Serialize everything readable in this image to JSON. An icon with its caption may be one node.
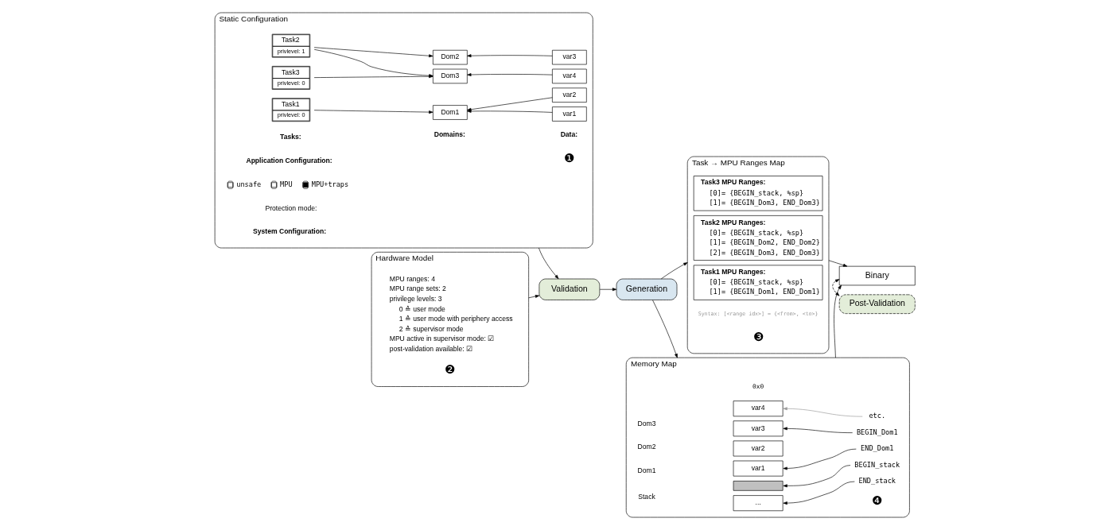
{
  "diagram": {
    "nodes": [
      {
        "text": [
          "Static Configuration"
        ]
      },
      {
        "text": [
          "Task1",
          "privlevel: 0"
        ],
        "in": 0
      },
      {
        "text": [
          "Task2",
          "privlevel: 1"
        ],
        "in": 0
      },
      {
        "text": [
          "Task3",
          "privlevel: 0"
        ],
        "in": 0
      },
      {
        "text": [
          "Dom1"
        ],
        "in": 0
      },
      {
        "text": [
          "Dom2"
        ],
        "in": 0
      },
      {
        "text": [
          "Dom3"
        ],
        "in": 0
      },
      {
        "text": [
          "var1"
        ],
        "in": 0
      },
      {
        "text": [
          "var2"
        ],
        "in": 0
      },
      {
        "text": [
          "var3"
        ],
        "in": 0
      },
      {
        "text": [
          "var4"
        ],
        "in": 0
      },
      {
        "text": [
          "Hardware Model",
          "MPU ranges: 4",
          "MPU range sets: 2",
          "privilege levels: 3",
          "0 ≙ user mode",
          "1 ≙ user mode with periphery access",
          "2 ≙ supervisor mode",
          "MPU active in supervisor mode: ☑",
          "post-validation available: ☑"
        ]
      },
      {
        "text": [
          "Validation"
        ]
      },
      {
        "text": [
          "Generation"
        ]
      },
      {
        "text": [
          "Task → MPU Ranges Map"
        ]
      },
      {
        "text": [
          "Task1 MPU Ranges:",
          "[0]= {BEGIN_stack, %sp}",
          "[1]= {BEGIN_Dom1, END_Dom1}"
        ],
        "in": 14
      },
      {
        "text": [
          "Task2 MPU Ranges:",
          "[0]= {BEGIN_stack, %sp}",
          "[1]= {BEGIN_Dom2, END_Dom2}",
          "[2]= {BEGIN_Dom3, END_Dom3}"
        ],
        "in": 14
      },
      {
        "text": [
          "Task3 MPU Ranges:",
          "[0]= {BEGIN_stack, %sp}",
          "[1]= {BEGIN_Dom3, END_Dom3}"
        ],
        "in": 14
      },
      {
        "text": [
          "Memory Map"
        ]
      },
      {
        "text": [
          "..."
        ],
        "in": 18
      },
      {
        "text": [],
        "shape": "box",
        "in": 18
      },
      {
        "text": [
          "var1"
        ],
        "in": 18
      },
      {
        "text": [
          "var2"
        ],
        "in": 18
      },
      {
        "text": [
          "var3"
        ],
        "in": 18
      },
      {
        "text": [
          "var4"
        ],
        "in": 18
      },
      {
        "text": [
          "END_stack"
        ],
        "in": 18
      },
      {
        "text": [
          "BEGIN_stack"
        ],
        "in": 18
      },
      {
        "text": [
          "END_Dom1"
        ],
        "in": 18
      },
      {
        "text": [
          "BEGIN_Dom1"
        ],
        "in": 18
      },
      {
        "text": [
          "etc."
        ],
        "in": 18
      },
      {
        "text": [
          "Binary"
        ]
      },
      {
        "text": [
          "Post-Validation"
        ]
      }
    ],
    "edges": [
      {
        "from": 1,
        "to": 4,
        "arrow": "to"
      },
      {
        "from": 2,
        "to": 5,
        "arrow": "to"
      },
      {
        "from": 2,
        "to": 6,
        "arrow": "to"
      },
      {
        "from": 3,
        "to": 6,
        "arrow": "to"
      },
      {
        "from": 7,
        "to": 4,
        "arrow": "to"
      },
      {
        "from": 8,
        "to": 4,
        "arrow": "to"
      },
      {
        "from": 9,
        "to": 5,
        "arrow": "to"
      },
      {
        "from": 10,
        "to": 6,
        "arrow": "to"
      },
      {
        "from": 0,
        "to": 12,
        "arrow": "to"
      },
      {
        "from": 11,
        "to": 12,
        "arrow": "to"
      },
      {
        "from": 12,
        "to": 13,
        "arrow": "to"
      },
      {
        "from": 13,
        "to": 14,
        "arrow": "to"
      },
      {
        "from": 13,
        "to": 18,
        "arrow": "to"
      },
      {
        "from": 14,
        "to": 30,
        "arrow": "to"
      },
      {
        "from": 18,
        "to": 30,
        "arrow": "to"
      },
      {
        "from": 30,
        "to": 31,
        "arrow": "both",
        "style": "dashed"
      },
      {
        "from": 25,
        "to": 19,
        "arrow": "to"
      },
      {
        "from": 26,
        "to": 20,
        "arrow": "to"
      },
      {
        "from": 27,
        "to": 21,
        "arrow": "to"
      },
      {
        "from": 28,
        "to": 23,
        "arrow": "to"
      },
      {
        "from": 29,
        "to": 24,
        "arrow": "to",
        "color": "#999999"
      }
    ],
    "labels": [
      "❶",
      "System Configuration:",
      "Protection mode:",
      "unsafe",
      "MPU",
      "MPU+traps",
      "Application Configuration:",
      "Tasks:",
      "Domains:",
      "Data:",
      "❷",
      "❸",
      "Syntax: [<range idx>] = {<from>, <to>}",
      "❹",
      "Stack",
      "Dom1",
      "Dom2",
      "Dom3",
      "0x0"
    ]
  }
}
